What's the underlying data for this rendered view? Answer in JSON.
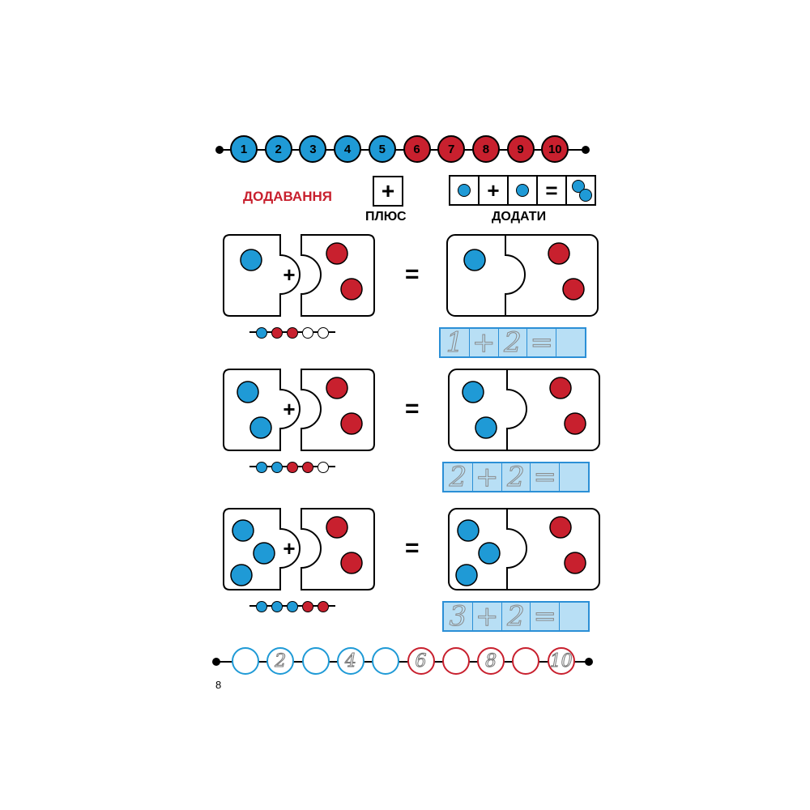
{
  "colors": {
    "blue": "#1f9ad6",
    "red": "#c8202e",
    "line": "#000000",
    "trace_bg": "#b8dff5",
    "trace_border": "#2b8fd6"
  },
  "number_line": [
    "1",
    "2",
    "3",
    "4",
    "5",
    "6",
    "7",
    "8",
    "9",
    "10"
  ],
  "title": "ДОДАВАННЯ",
  "plus_box": {
    "symbol": "+",
    "label": "ПЛЮС"
  },
  "add_strip": {
    "plus": "+",
    "equals": "=",
    "label": "ДОДАТИ"
  },
  "exercises": [
    {
      "left_dots": 1,
      "right_dots": 2,
      "plus": "+",
      "equals": "=",
      "beads": [
        "blue",
        "red",
        "red",
        "white",
        "white"
      ],
      "trace": [
        "1",
        "+",
        "2",
        "=",
        ""
      ]
    },
    {
      "left_dots": 2,
      "right_dots": 2,
      "plus": "+",
      "equals": "=",
      "beads": [
        "blue",
        "blue",
        "red",
        "red",
        "white"
      ],
      "trace": [
        "2",
        "+",
        "2",
        "=",
        ""
      ]
    },
    {
      "left_dots": 3,
      "right_dots": 2,
      "plus": "+",
      "equals": "=",
      "beads": [
        "blue",
        "blue",
        "blue",
        "red",
        "red"
      ],
      "trace": [
        "3",
        "+",
        "2",
        "=",
        ""
      ]
    }
  ],
  "bottom_line": [
    "",
    "2",
    "",
    "4",
    "",
    "6",
    "",
    "8",
    "",
    "10"
  ],
  "page_number": "8"
}
